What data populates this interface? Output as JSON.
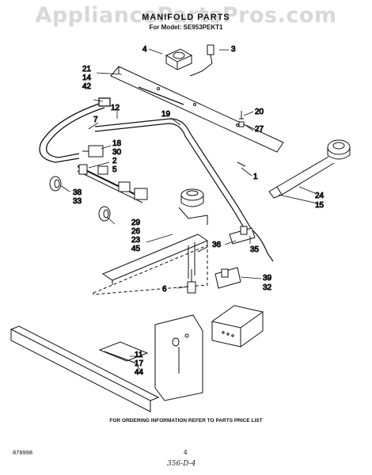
{
  "watermark": "AppliancePartsPros.com",
  "title": "MANIFOLD PARTS",
  "model_line": "For Model: SE953PEKT1",
  "callouts": [
    "4",
    "3",
    "21",
    "14",
    "42",
    "12",
    "7",
    "19",
    "20",
    "27",
    "18",
    "30",
    "2",
    "5",
    "1",
    "38",
    "33",
    "29",
    "26",
    "23",
    "45",
    "24",
    "15",
    "36",
    "35",
    "6",
    "39",
    "32",
    "11",
    "17",
    "44"
  ],
  "footer_note": "FOR ORDERING INFORMATION REFER TO PARTS PRICE LIST",
  "diagram_ref": "878998",
  "page_number": "4",
  "handwritten_note": "356-D-4"
}
